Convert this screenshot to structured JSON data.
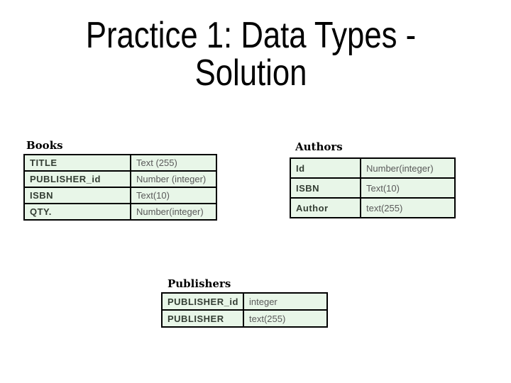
{
  "title": {
    "line1": "Practice 1: Data Types -",
    "line2": "Solution"
  },
  "tables": {
    "books": {
      "label": "Books",
      "rows": [
        {
          "field": "TITLE",
          "type": "Text (255)"
        },
        {
          "field": "PUBLISHER_id",
          "type": "Number (integer)"
        },
        {
          "field": "ISBN",
          "type": "Text(10)"
        },
        {
          "field": "QTY.",
          "type": "Number(integer)"
        }
      ]
    },
    "authors": {
      "label": "Authors",
      "rows": [
        {
          "field": "Id",
          "type": "Number(integer)"
        },
        {
          "field": "ISBN",
          "type": "Text(10)"
        },
        {
          "field": "Author",
          "type": "text(255)"
        }
      ]
    },
    "publishers": {
      "label": "Publishers",
      "rows": [
        {
          "field": "PUBLISHER_id",
          "type": "integer"
        },
        {
          "field": "PUBLISHER",
          "type": "text(255)"
        }
      ]
    }
  },
  "colors": {
    "slide_background": "#ffffff",
    "cell_background": "#e8f6e8",
    "table_border": "#000000",
    "field_text": "#333d33",
    "type_text": "#595959",
    "title_text": "#000000"
  }
}
